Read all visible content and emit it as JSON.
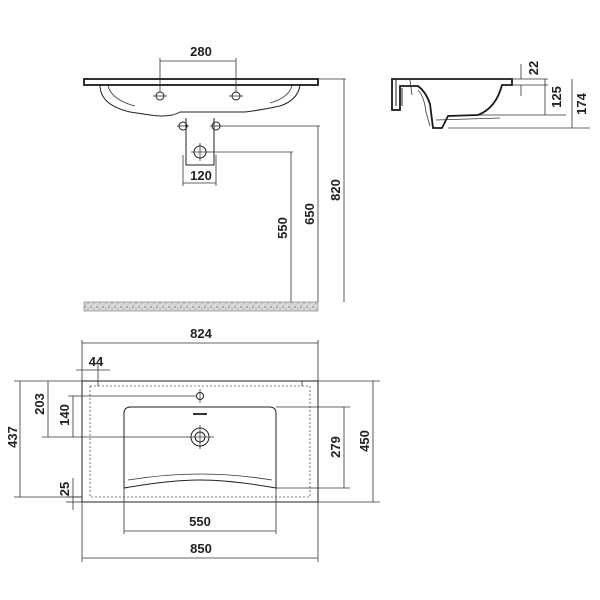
{
  "front_view": {
    "tap_holes_spacing": "280",
    "waste_offset": "120",
    "waste_height": "550",
    "floor_to_overflow": "650",
    "floor_to_top": "820"
  },
  "side_view": {
    "rim_thickness": "22",
    "bowl_depth": "125",
    "total_height": "174"
  },
  "top_view": {
    "inner_width": "824",
    "side_margin": "44",
    "tap_hole_to_back": "203",
    "tap_to_waste": "140",
    "bowl_depth": "279",
    "total_depth": "437",
    "outer_depth": "450",
    "front_margin": "25",
    "bowl_width": "550",
    "total_width": "850"
  },
  "colors": {
    "line": "#222222",
    "floor_hatch": "#b5b5b5"
  }
}
